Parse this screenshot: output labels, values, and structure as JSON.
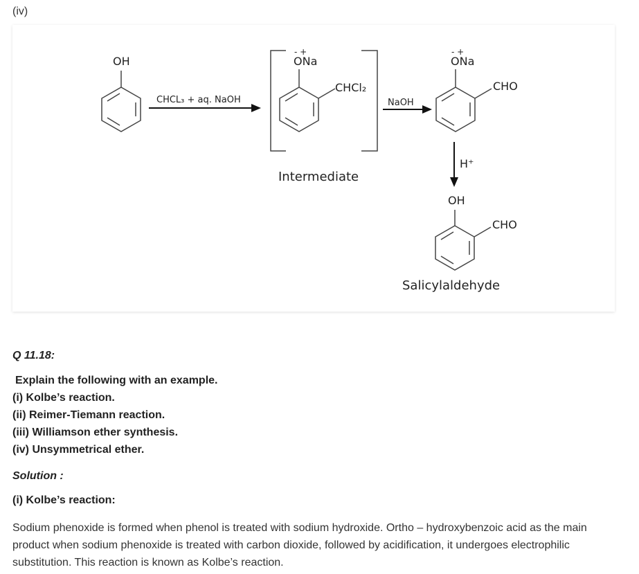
{
  "part_label": "(iv)",
  "diagram": {
    "phenol_group": "OH",
    "reagent1": "CHCL₃ + aq. NaOH",
    "intermediate_group": "ONa",
    "intermediate_charges": "- +",
    "intermediate_substituent": "CHCl₂",
    "intermediate_label": "Intermediate",
    "reagent2": "NaOH",
    "product1_group": "ONa",
    "product1_charges": "- +",
    "product1_substituent": "CHO",
    "reagent3": "H⁺",
    "product_group": "OH",
    "product_substituent": "CHO",
    "product_label": "Salicylaldehyde"
  },
  "question": {
    "number": "Q 11.18:",
    "prompt": "Explain the following with an example.",
    "items": [
      "(i) Kolbe’s reaction.",
      "(ii) Reimer-Tiemann reaction.",
      "(iii) Williamson ether synthesis.",
      "(iv) Unsymmetrical ether."
    ]
  },
  "solution": {
    "label": "Solution :",
    "heading": "(i) Kolbe’s reaction:",
    "text": "Sodium phenoxide is formed when phenol is treated with sodium hydroxide. Ortho – hydroxybenzoic acid as the main product when sodium phenoxide is treated with carbon dioxide, followed by acidification, it undergoes electrophilic substitution. This reaction is known as Kolbe’s reaction."
  }
}
